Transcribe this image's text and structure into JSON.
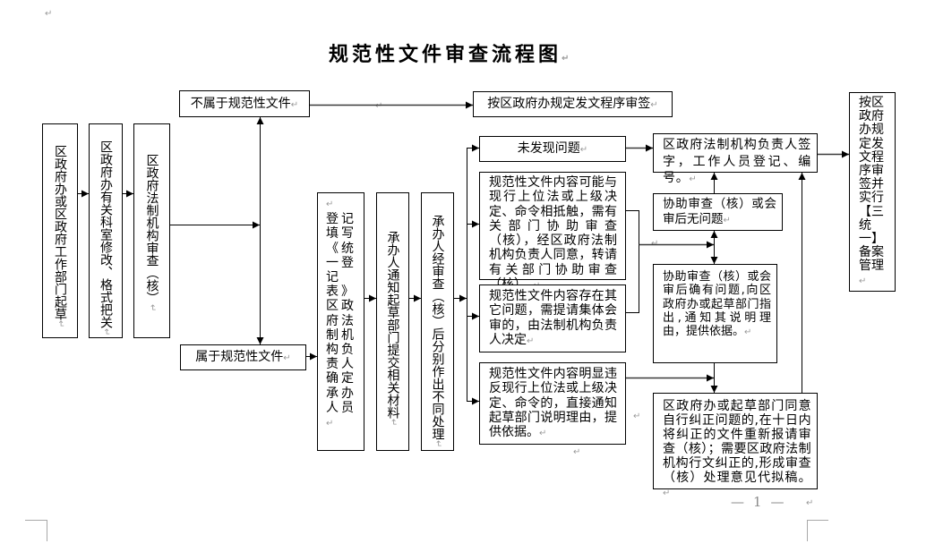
{
  "document": {
    "title": "规范性文件审查流程图",
    "paragraph_mark": "↵",
    "page_number": "1",
    "page_number_dash": "—"
  },
  "flowchart": {
    "nodes": {
      "drafting": "区政府办或区政府工作部门起草",
      "office_format_check": "区政府办有关科室修改、格式把关",
      "legal_review": "区政府法制机构审查（核）",
      "not_normative": "不属于规范性文件",
      "general_signoff": "按区政府办规定发文程序审签",
      "is_normative": "属于规范性文件",
      "register": "登记填写《统一登记表》区政府法制机构负责人确定承办人员",
      "notify_materials": "承办人通知起草部门提交相关材料",
      "reviewer_handling": "承办人经审查（核）后分别作出不同处理",
      "no_issue": "未发现问题",
      "conflict_assist": "规范性文件内容可能与现行上位法或上级决定、命令相抵触，需有关部门协助审查（核），经区政府法制机构负责人同意，转请有关部门协助审查（核）。",
      "other_issue_collective": "规范性文件内容存在其它问题，需提请集体会审的，由法制机构负责人决定",
      "clear_violation": "规范性文件内容明显违反现行上位法或上级决定、命令的，直接通知起草部门说明理由，提供依据。",
      "sign_and_number": "区政府法制机构负责人签字，工作人员登记、编号。",
      "assist_ok": "协助审查（核）或会审后无问题",
      "assist_problem": "协助审查（核）或会审后确有问题,向区政府办或起草部门指出,通知其说明理由，提供依据。",
      "correction": "区政府办或起草部门同意自行纠正问题的,在十日内将纠正的文件重新报请审查（核）；需要区政府法制机构行文纠正的,形成审查（核）处理意见代拟稿。",
      "final_filing": "按区政府办规定发文程序审签并实行【三统一】备案管理"
    },
    "edges": [
      {
        "from": "drafting",
        "to": "office_format_check"
      },
      {
        "from": "office_format_check",
        "to": "legal_review"
      },
      {
        "from": "legal_review",
        "to": "not_normative"
      },
      {
        "from": "legal_review",
        "to": "is_normative"
      },
      {
        "from": "not_normative",
        "to": "general_signoff"
      },
      {
        "from": "is_normative",
        "to": "register"
      },
      {
        "from": "register",
        "to": "notify_materials"
      },
      {
        "from": "notify_materials",
        "to": "reviewer_handling"
      },
      {
        "from": "reviewer_handling",
        "to": "no_issue"
      },
      {
        "from": "reviewer_handling",
        "to": "conflict_assist"
      },
      {
        "from": "reviewer_handling",
        "to": "other_issue_collective"
      },
      {
        "from": "reviewer_handling",
        "to": "clear_violation"
      },
      {
        "from": "no_issue",
        "to": "sign_and_number"
      },
      {
        "from": "conflict_assist",
        "to": "assist_ok / assist_problem"
      },
      {
        "from": "other_issue_collective",
        "to": "assist_ok / assist_problem"
      },
      {
        "from": "assist_ok",
        "to": "sign_and_number"
      },
      {
        "from": "assist_ok",
        "to": "assist_problem",
        "bidirectional": true
      },
      {
        "from": "assist_problem",
        "to": "correction"
      },
      {
        "from": "clear_violation",
        "to": "correction"
      },
      {
        "from": "correction",
        "to": "sign_and_number"
      },
      {
        "from": "sign_and_number",
        "to": "final_filing"
      }
    ]
  }
}
